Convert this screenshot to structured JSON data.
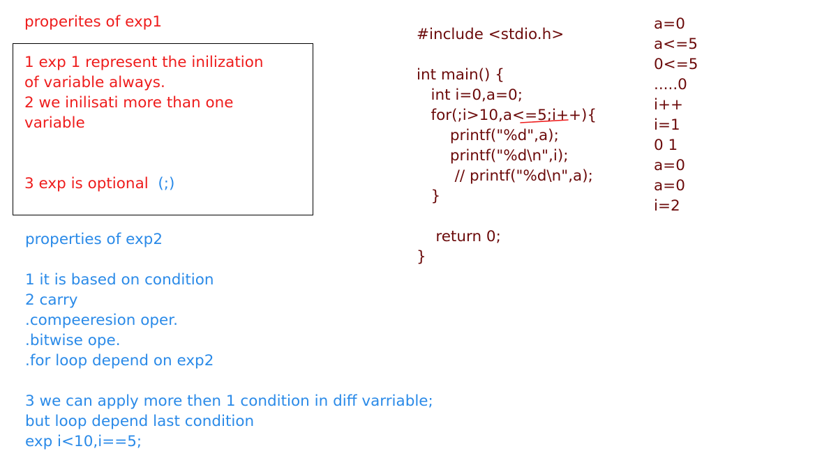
{
  "colors": {
    "red_ink": "#ee1c1c",
    "blue_ink": "#2a8ae8",
    "code_ink": "#6b0a0a",
    "box_border": "#000000"
  },
  "exp1": {
    "heading": "properites of exp1",
    "box_lines": [
      "1 exp 1 represent the inilization",
      "of variable always.",
      "2 we inilisati more than one",
      "variable"
    ],
    "optional_text": "3 exp is optional",
    "optional_note": "(;)"
  },
  "exp2": {
    "heading": "properties of exp2",
    "lines": [
      "1 it is based on condition",
      "2 carry",
      ".compeeresion oper.",
      ".bitwise ope.",
      ".for loop depend on exp2",
      "",
      "3 we can apply more then 1 condition in diff varriable;",
      "but loop depend last condition",
      "exp i<10,i==5;"
    ]
  },
  "code": {
    "lines": [
      "#include <stdio.h>",
      "",
      "int main() {",
      "   int i=0,a=0;",
      "   for(;i>10,a<=5;i++){",
      "       printf(\"%d\",a);",
      "       printf(\"%d\\n\",i);",
      "        // printf(\"%d\\n\",a);",
      "   }",
      "",
      "    return 0;",
      "}"
    ]
  },
  "trace": {
    "lines": [
      "a=0",
      "a<=5",
      "0<=5",
      ".....0",
      "i++",
      "i=1",
      "0 1",
      "a=0",
      "a=0",
      "i=2"
    ]
  }
}
